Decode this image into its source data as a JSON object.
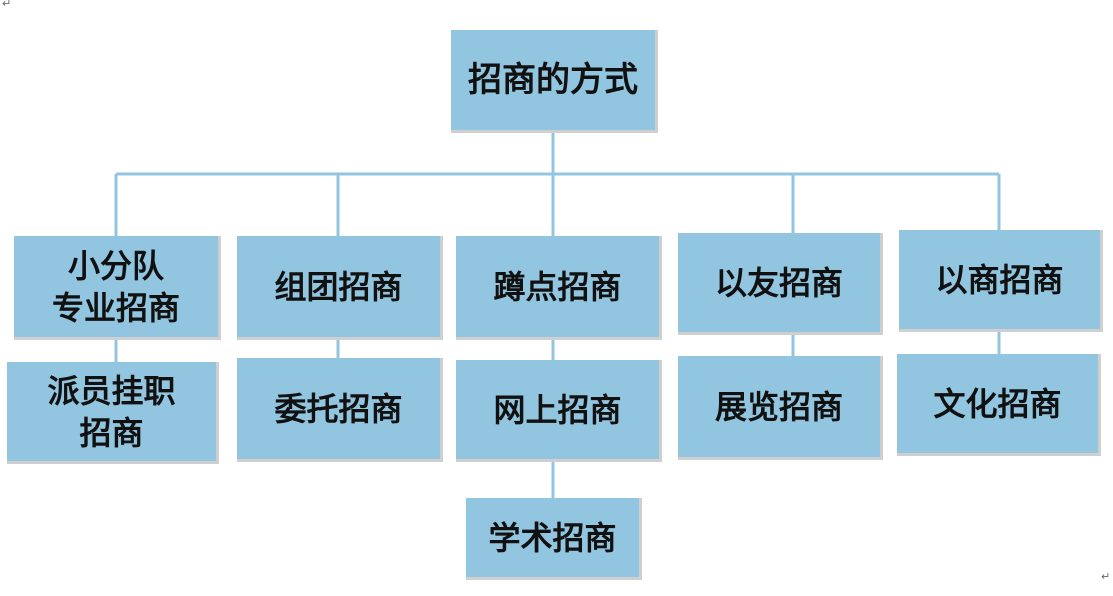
{
  "root": {
    "label": "招商的方式"
  },
  "nodes": [
    {
      "id": "xiaofendui",
      "label": "小分队\n专业招商"
    },
    {
      "id": "paiyuan",
      "label": "派员挂职\n招商"
    },
    {
      "id": "zutuan",
      "label": "组团招商"
    },
    {
      "id": "weituo",
      "label": "委托招商"
    },
    {
      "id": "dundian",
      "label": "蹲点招商"
    },
    {
      "id": "wangshang",
      "label": "网上招商"
    },
    {
      "id": "xueshu",
      "label": "学术招商"
    },
    {
      "id": "yiyou",
      "label": "以友招商"
    },
    {
      "id": "zhanlan",
      "label": "展览招商"
    },
    {
      "id": "yishang",
      "label": "以商招商"
    },
    {
      "id": "wenhua",
      "label": "文化招商"
    }
  ],
  "edges": [
    [
      "root",
      "xiaofendui"
    ],
    [
      "root",
      "zutuan"
    ],
    [
      "root",
      "dundian"
    ],
    [
      "root",
      "yiyou"
    ],
    [
      "root",
      "yishang"
    ],
    [
      "xiaofendui",
      "paiyuan"
    ],
    [
      "zutuan",
      "weituo"
    ],
    [
      "dundian",
      "wangshang"
    ],
    [
      "wangshang",
      "xueshu"
    ],
    [
      "yiyou",
      "zhanlan"
    ],
    [
      "yishang",
      "wenhua"
    ]
  ],
  "colors": {
    "box_fill": "#92c5df",
    "box_shadow": "#cfcfcf",
    "line": "#92c5df",
    "text": "#111111"
  },
  "marks": {
    "top_left": "↵",
    "bottom_right": "↵"
  }
}
